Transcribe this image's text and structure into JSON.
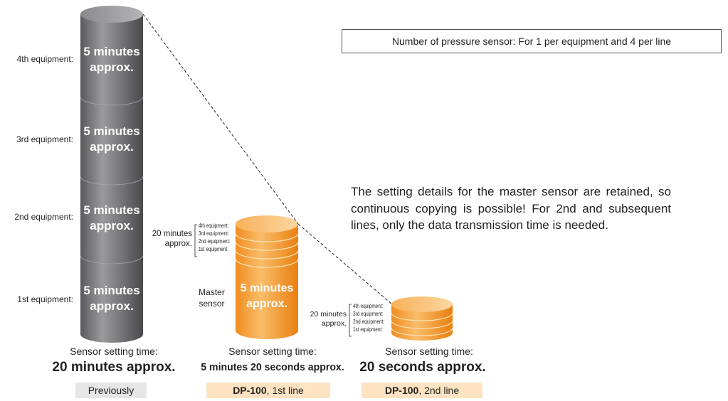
{
  "note_box": "Number of pressure sensor: For 1 per equipment and 4 per line",
  "description": "The setting details for the master sensor are retained, so continuous copying is possible! For 2nd and subsequent lines, only the data transmission time is needed.",
  "previous": {
    "equipment_labels": [
      "4th equipment:",
      "3rd equipment:",
      "2nd equipment:",
      "1st equipment:"
    ],
    "segment_text": "5 minutes\napprox.",
    "setting_title": "Sensor setting time:",
    "setting_value": "20 minutes approx.",
    "tag": "Previously"
  },
  "first_line": {
    "total_label": "20 minutes\napprox.",
    "equipment_labels": [
      "4th equipment:",
      "3rd equipment:",
      "2nd equipment:",
      "1st equipment:"
    ],
    "master_label": "Master\nsensor",
    "master_text": "5 minutes\napprox.",
    "setting_title": "Sensor setting time:",
    "setting_value": "5 minutes 20 seconds approx.",
    "tag_bold": "DP-100",
    "tag_rest": ", 1st line"
  },
  "second_line": {
    "total_label": "20 minutes\napprox.",
    "equipment_labels": [
      "4th equipment:",
      "3rd equipment:",
      "2nd equipment:",
      "1st equipment:"
    ],
    "setting_title": "Sensor setting time:",
    "setting_value": "20 seconds approx.",
    "tag_bold": "DP-100",
    "tag_rest": ", 2nd line"
  },
  "colors": {
    "gray_cylinder": "#7a7a7c",
    "orange_cylinder": "#f5a43c",
    "tag_previous": "#e6e6e6",
    "tag_dp100": "#fde3c1"
  }
}
